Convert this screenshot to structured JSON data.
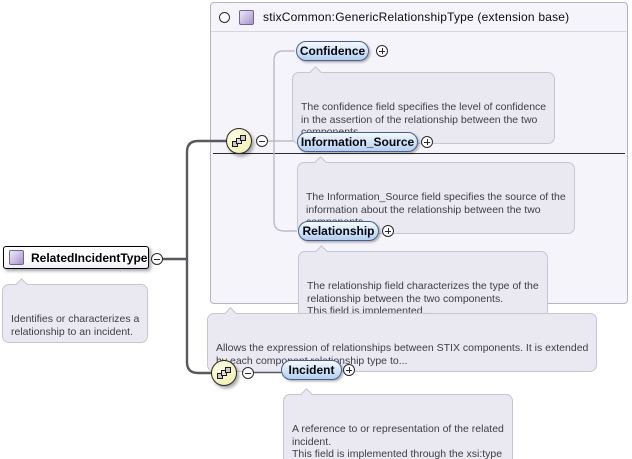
{
  "diagram": {
    "root": {
      "label": "RelatedIncidentType",
      "annotation": "Identifies or characterizes a\nrelationship to an incident."
    },
    "extension": {
      "title": "stixCommon:GenericRelationshipType (extension base)",
      "annotation": "Allows the expression of relationships between STIX components. It is extended\nby each component relationship type to...",
      "elements": [
        {
          "name": "Confidence",
          "doc": "The confidence field specifies the level of confidence\nin the assertion of the relationship between the two\ncomponents."
        },
        {
          "name": "Information_Source",
          "doc": "The Information_Source field specifies the source of the\ninformation about the relationship between the two\ncomponents."
        },
        {
          "name": "Relationship",
          "doc": "The relationship field characterizes the type of the\nrelationship between the two components.\nThis field is implemented..."
        }
      ]
    },
    "local_sequence": {
      "elements": [
        {
          "name": "Incident",
          "doc": "A reference to or representation of the related\nincident.\nThis field is implemented through the xsi:type\nextension..."
        }
      ]
    },
    "colors": {
      "panel_bg": "#f5f4fa",
      "pill_fill": "#b5cfef",
      "pill_border": "#46618f",
      "note_bg": "#eae9f1",
      "sequence_fill": "#f4f4c2",
      "type_icon_fill": "#a493c9",
      "connector": "#58585e"
    }
  }
}
